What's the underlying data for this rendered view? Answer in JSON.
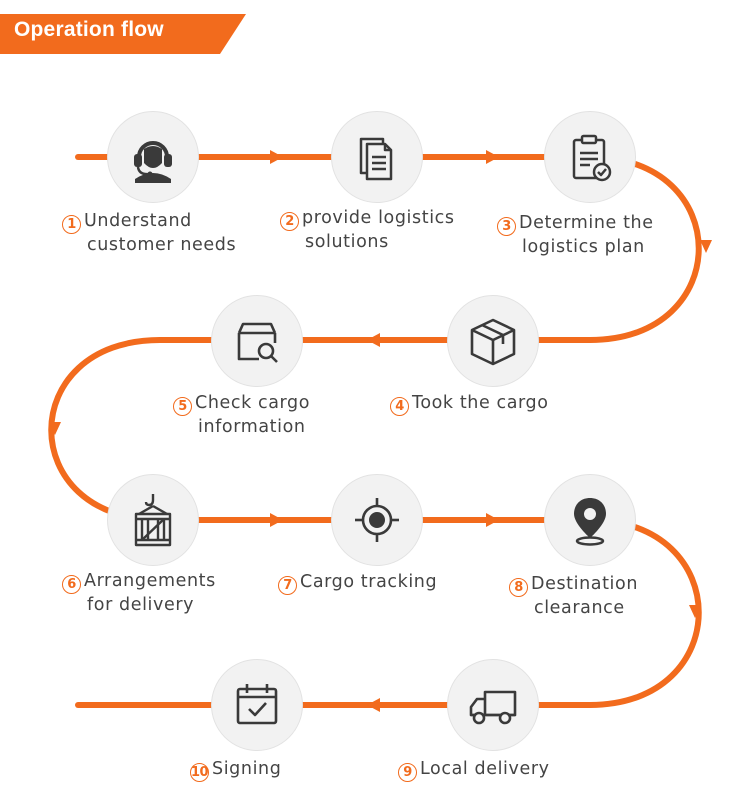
{
  "header": {
    "title": "Operation flow"
  },
  "colors": {
    "accent": "#f26b1d",
    "icon": "#3a3a3a",
    "circle": "#f2f2f2",
    "text": "#444444"
  },
  "steps": [
    {
      "num": "1",
      "line1": "Understand",
      "line2": "customer needs",
      "icon": "headset-agent-icon"
    },
    {
      "num": "2",
      "line1": "provide logistics",
      "line2": "solutions",
      "icon": "documents-icon"
    },
    {
      "num": "3",
      "line1": "Determine the",
      "line2": "logistics plan",
      "icon": "clipboard-check-icon"
    },
    {
      "num": "4",
      "line1": "Took the cargo",
      "line2": "",
      "icon": "box-icon"
    },
    {
      "num": "5",
      "line1": "Check cargo",
      "line2": "information",
      "icon": "box-search-icon"
    },
    {
      "num": "6",
      "line1": "Arrangements",
      "line2": "for delivery",
      "icon": "crate-hook-icon"
    },
    {
      "num": "7",
      "line1": "Cargo tracking",
      "line2": "",
      "icon": "target-icon"
    },
    {
      "num": "8",
      "line1": "Destination",
      "line2": "clearance",
      "icon": "location-pin-icon"
    },
    {
      "num": "9",
      "line1": "Local delivery",
      "line2": "",
      "icon": "truck-icon"
    },
    {
      "num": "10",
      "line1": "Signing",
      "line2": "",
      "icon": "calendar-check-icon"
    }
  ]
}
